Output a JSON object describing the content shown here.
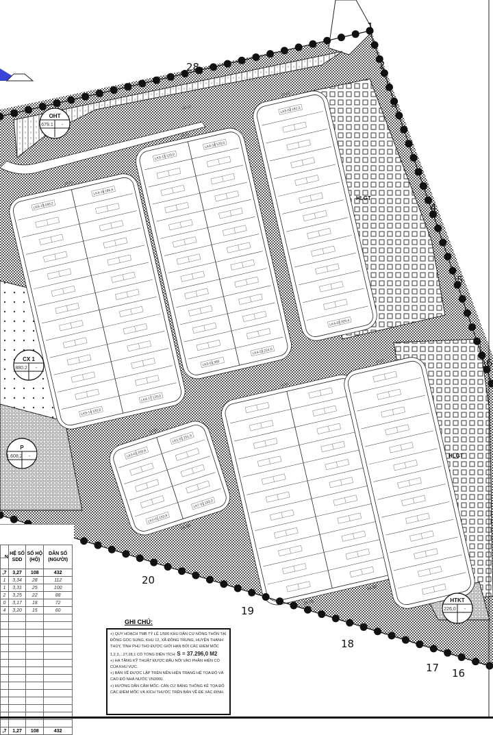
{
  "plan": {
    "point_labels": [
      "1",
      "2",
      "3",
      "4",
      "5",
      "6",
      "28",
      "20",
      "19",
      "18",
      "17",
      "16"
    ],
    "zones": {
      "oht": {
        "title": "OHT",
        "value": "679.1",
        "blank": "-"
      },
      "cx1": {
        "title": "CX 1",
        "value": "880.2",
        "blank": "-"
      },
      "p": {
        "title": "P",
        "value": "1.608,2",
        "blank": "-"
      },
      "htkt": {
        "title": "HTKT",
        "value": "226,0",
        "blank": "-"
      },
      "hlgt_upper": "HLGT",
      "hlgt_lower": "HLGT"
    },
    "dimensions": [
      "120.97",
      "20.01",
      "20.01",
      "20.01",
      "16.50",
      "14.50",
      "11.12",
      "14.50",
      "24.75",
      "14.50"
    ],
    "lot_labels": [
      {
        "id": "LK5-15",
        "area": "180,2"
      },
      {
        "id": "LK4-16",
        "area": "186,6"
      },
      {
        "id": "LK5-14",
        "area": "120,0"
      },
      {
        "id": "LK4-17",
        "area": "120,0"
      },
      {
        "id": "LK5-13",
        "area": "120,0"
      },
      {
        "id": "LK4-18",
        "area": "120,0"
      },
      {
        "id": "LK5-01",
        "area": "360"
      },
      {
        "id": "LK4-01",
        "area": "224,0"
      },
      {
        "id": "LK5-02",
        "area": "182,3"
      },
      {
        "id": "LK4-02",
        "area": "209,4"
      },
      {
        "id": "LK3-01",
        "area": "209,6"
      },
      {
        "id": "LK1-01",
        "area": "151,9"
      },
      {
        "id": "LK2-01",
        "area": "153,9"
      },
      {
        "id": "LK7-01",
        "area": "183,0"
      }
    ],
    "colors": {
      "line": "#111111",
      "pattern": "#444444",
      "background": "#ffffff"
    }
  },
  "table": {
    "headers": [
      "...N",
      "HỆ SỐ SDD",
      "SỐ HỘ (HỘ)",
      "DÂN SỐ (NGƯỜI)"
    ],
    "rows": [
      [
        ",7",
        "3,27",
        "108",
        "432"
      ],
      [
        "1",
        "3,34",
        "28",
        "112"
      ],
      [
        "1",
        "3,31",
        "25",
        "100"
      ],
      [
        "2",
        "3,25",
        "22",
        "88"
      ],
      [
        "0",
        "3,17",
        "18",
        "72"
      ],
      [
        "4",
        "3,20",
        "15",
        "60"
      ]
    ],
    "total": [
      ",7",
      "1,27",
      "108",
      "432"
    ]
  },
  "notes": {
    "title": "GHI CHÚ:",
    "p1": "+) QUY HOẠCH TMB TỶ LỆ 1/500 KHU DÂN CƯ NÔNG THÔN TẠI ĐỒNG GÓC SUNG, KHU 12, XÃ ĐỒNG TRUNG, HUYỆN THANH THỦY, TỈNH PHÚ THỌ ĐƯỢC GIỚI HẠN BỞI CÁC ĐIỂM MỐC 1,2,3,...27,28,1 CÓ TỔNG DIỆN TÍCH:",
    "area": "S = 37.296,0 M2",
    "p2": "+) HẠ TẦNG KỸ THUẬT ĐƯỢC ĐẤU NỐI VÀO PHẦN HIỆN CÓ CỦA KHU VỰC.",
    "p3": "+) BẢN VẼ ĐƯỢC LẬP TRÊN NỀN HIỆN TRẠNG HỆ TỌA ĐỘ VÀ CAO ĐỘ NHÀ NƯỚC VN2000.",
    "p4": "+) HƯỚNG DẪN CẮM MỐC: CĂN CỨ BẢNG THỐNG KÊ TỌA ĐỘ CÁC ĐIỂM MỐC VÀ KÍCH THƯỚC TRÊN BẢN VẼ ĐỂ XÁC ĐỊNH."
  }
}
